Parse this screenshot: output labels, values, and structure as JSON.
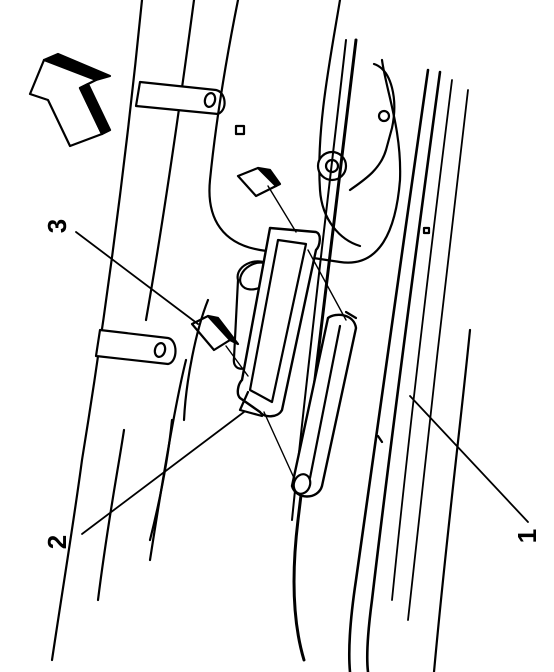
{
  "figure": {
    "background": "#ffffff",
    "ink": "#000000",
    "callouts": [
      {
        "id": "1",
        "label": "1"
      },
      {
        "id": "2",
        "label": "2"
      },
      {
        "id": "3",
        "label": "3"
      }
    ],
    "direction_arrow": {
      "icon": "direction-arrow-icon"
    }
  }
}
